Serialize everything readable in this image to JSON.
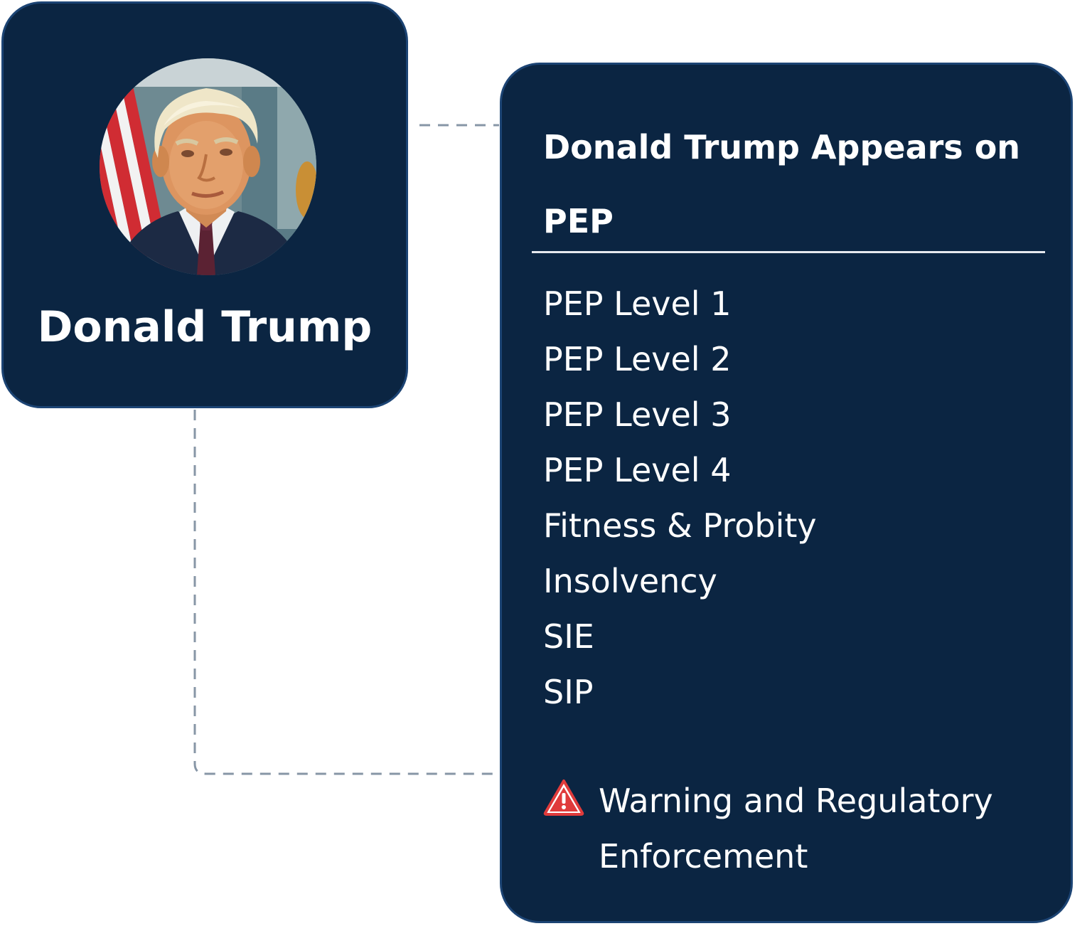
{
  "profile": {
    "name": "Donald Trump"
  },
  "panel": {
    "heading_line1": "Donald Trump Appears on",
    "heading_line2": "PEP",
    "items": [
      "PEP Level 1",
      "PEP Level 2",
      "PEP Level 3",
      "PEP Level 4",
      "Fitness & Probity",
      "Insolvency",
      "SIE",
      "SIP"
    ],
    "warning": {
      "line1": "Warning and Regulatory",
      "line2": "Enforcement",
      "icon": "warning-triangle-icon"
    }
  },
  "colors": {
    "card_background": "#0b2542",
    "card_border": "#1c4474",
    "text": "#ffffff",
    "connector": "#8796a6",
    "warning_red": "#e03b3b"
  }
}
